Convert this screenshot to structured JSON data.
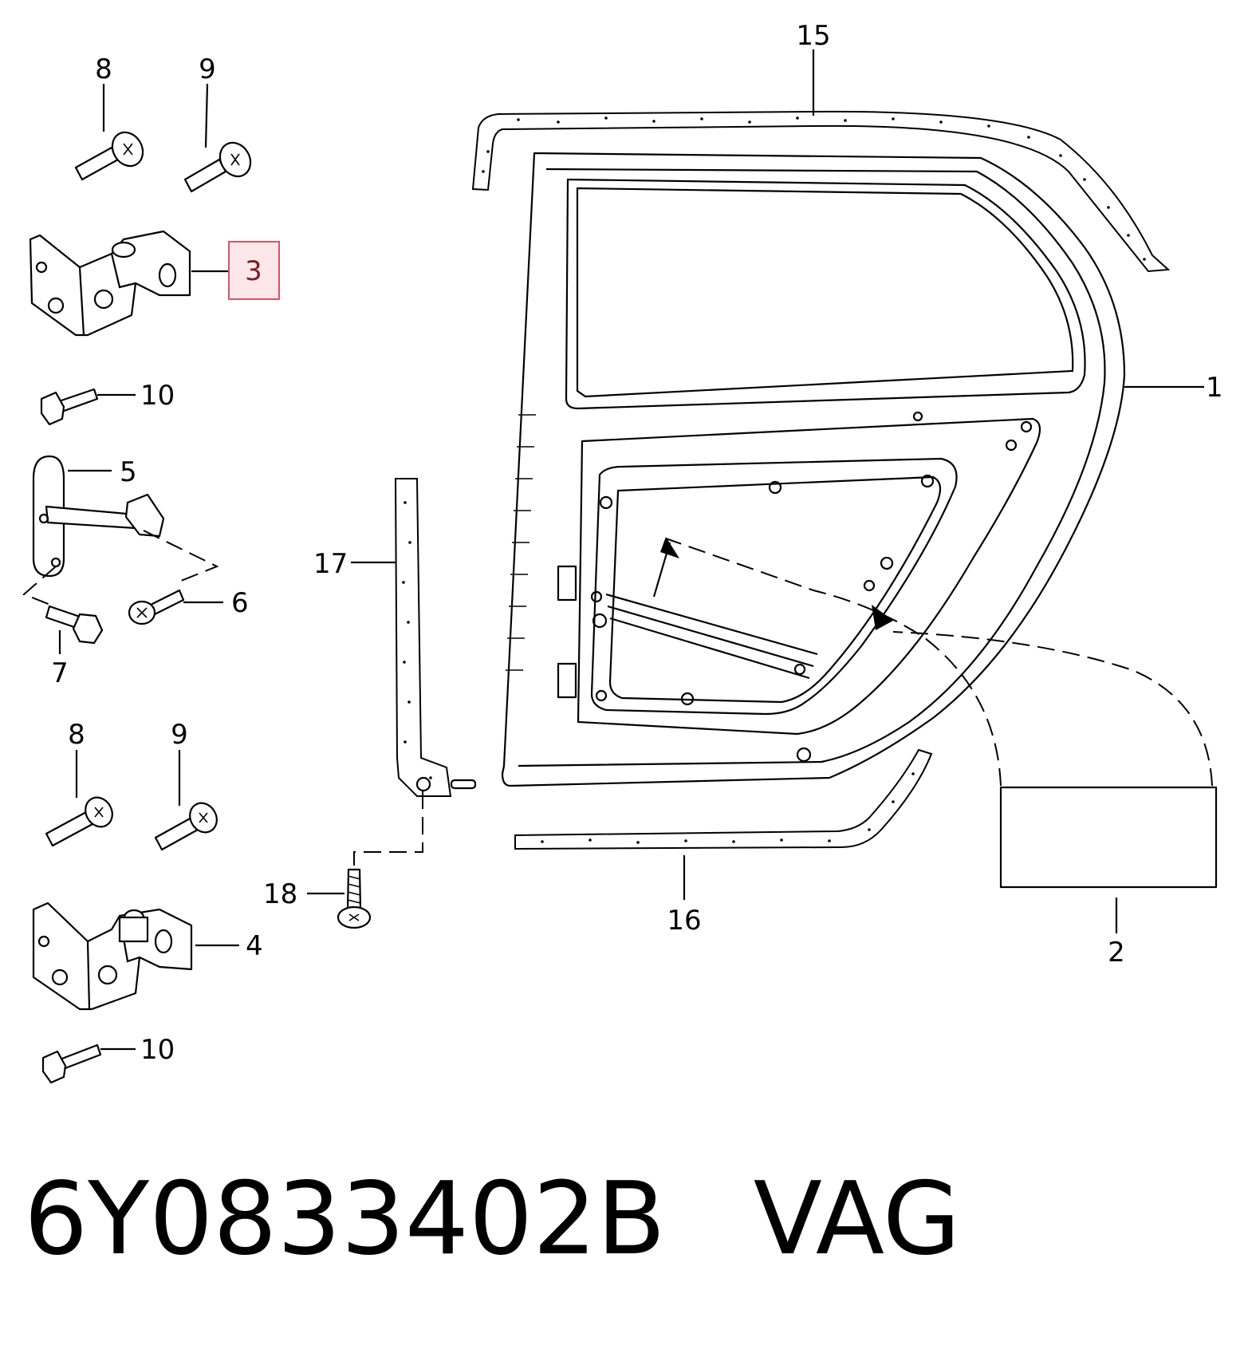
{
  "callouts": {
    "c1": "1",
    "c2": "2",
    "c3": "3",
    "c4": "4",
    "c5": "5",
    "c6": "6",
    "c7": "7",
    "c8a": "8",
    "c8b": "8",
    "c9a": "9",
    "c9b": "9",
    "c10a": "10",
    "c10b": "10",
    "c15": "15",
    "c16": "16",
    "c17": "17",
    "c18": "18"
  },
  "highlighted_callout": "3",
  "caption": {
    "part_number": "6Y0833402B",
    "brand": "VAG"
  },
  "colors": {
    "highlight_fill": "#fde7ea",
    "highlight_border": "#d9535f",
    "ink": "#000000"
  }
}
